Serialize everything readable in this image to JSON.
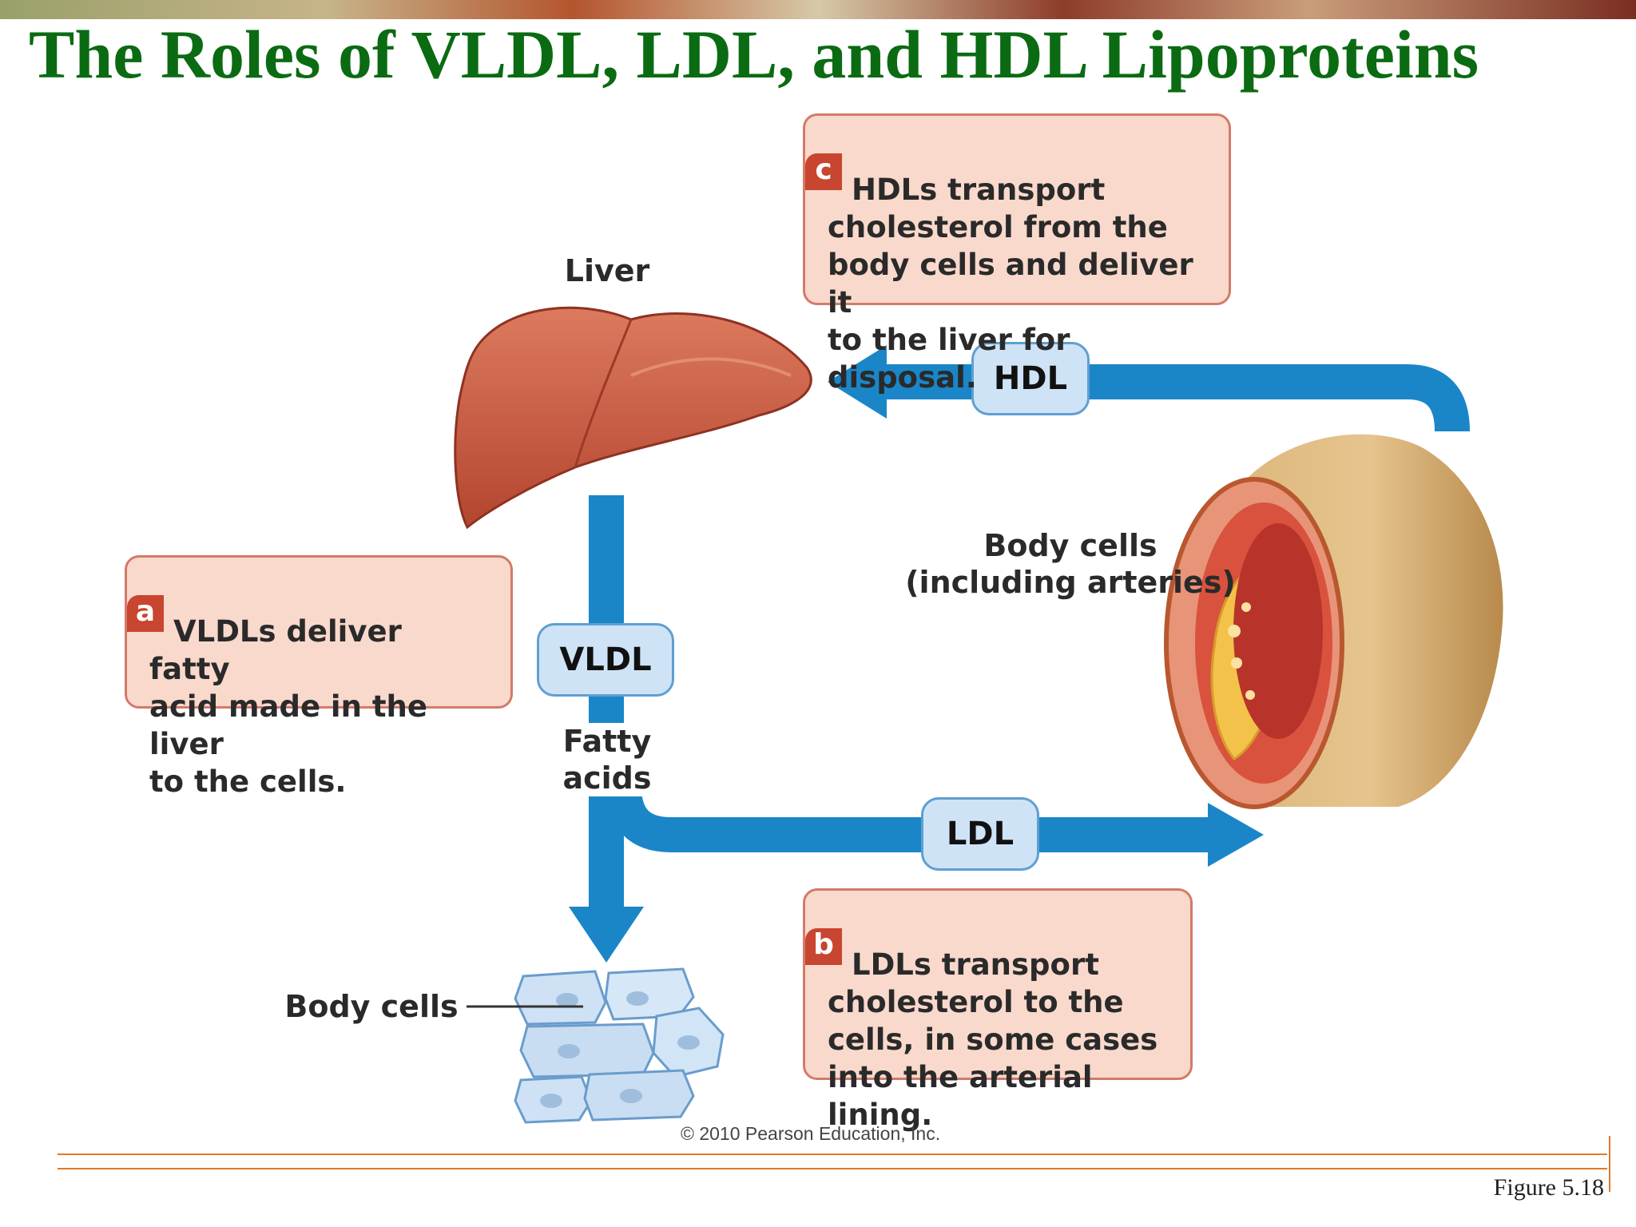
{
  "slide": {
    "title": "The Roles of VLDL, LDL, and HDL Lipoproteins",
    "figure_number": "Figure 5.18",
    "copyright": "© 2010 Pearson Education, Inc."
  },
  "diagram": {
    "labels": {
      "liver": "Liver",
      "body_cells_arteries": "Body cells\n(including arteries)",
      "fatty_acids": "Fatty\nacids",
      "body_cells": "Body cells"
    },
    "lipoproteins": {
      "vldl": "VLDL",
      "ldl": "LDL",
      "hdl": "HDL"
    },
    "callouts": {
      "a": {
        "letter": "a",
        "text": "VLDLs deliver fatty\nacid made in the liver\nto the cells."
      },
      "b": {
        "letter": "b",
        "text": "LDLs transport\ncholesterol to the\ncells, in some cases\ninto the arterial lining."
      },
      "c": {
        "letter": "c",
        "text": "HDLs transport\ncholesterol from the\nbody cells and deliver it\nto the liver for disposal."
      }
    }
  },
  "colors": {
    "title": "#0b6b12",
    "arrow": "#1a86c8",
    "callout_fill": "#f9d9cc",
    "callout_border": "#d47a6a",
    "liver": "#c9553d",
    "rule": "#e07a2a"
  }
}
